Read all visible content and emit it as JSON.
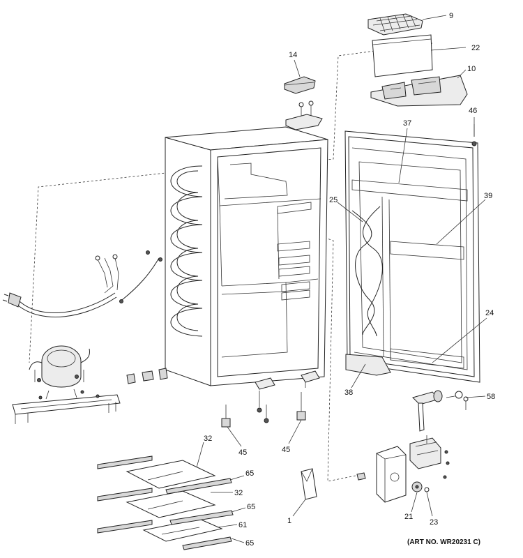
{
  "diagram": {
    "art_number": "(ART NO. WR20231 C)",
    "callouts": {
      "c9": "9",
      "c22": "22",
      "c10": "10",
      "c14": "14",
      "c46": "46",
      "c37": "37",
      "c39": "39",
      "c25": "25",
      "c24": "24",
      "c38": "38",
      "c58": "58",
      "c45a": "45",
      "c45b": "45",
      "c32a": "32",
      "c32b": "32",
      "c65a": "65",
      "c65b": "65",
      "c65c": "65",
      "c61": "61",
      "c1": "1",
      "c21": "21",
      "c23": "23"
    }
  }
}
